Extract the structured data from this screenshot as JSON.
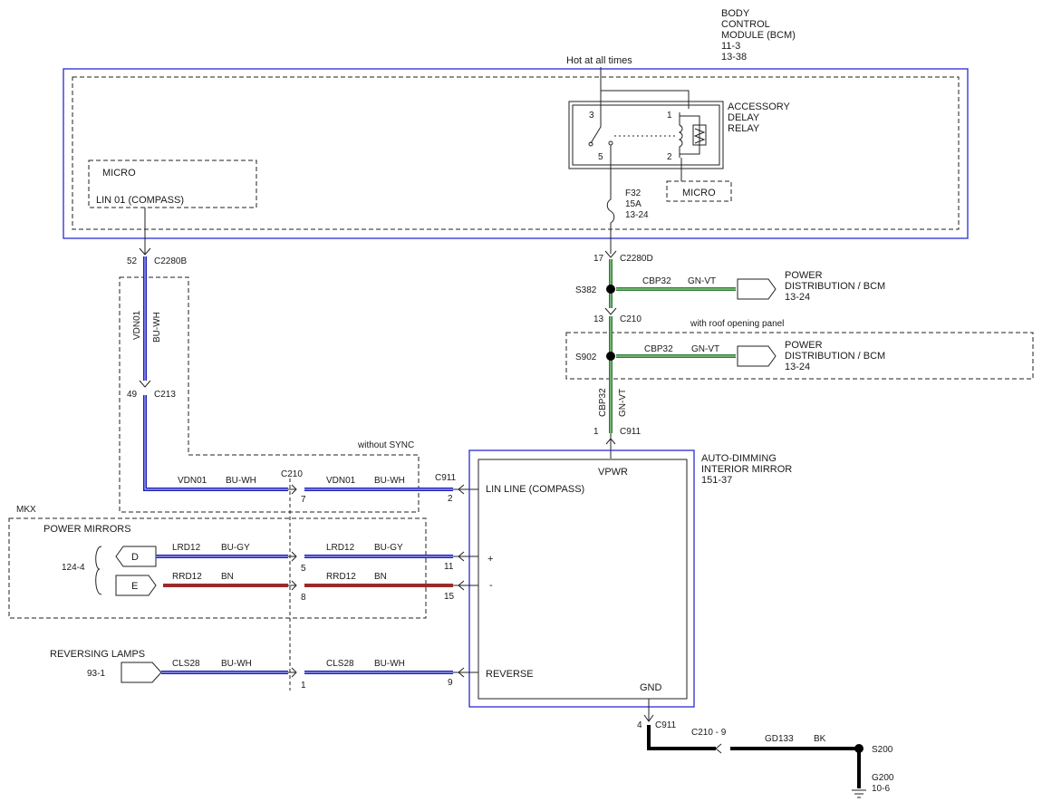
{
  "bcm": {
    "title_lines": [
      "BODY",
      "CONTROL",
      "MODULE (BCM)",
      "11-3",
      "13-38"
    ],
    "hot_label": "Hot at all times",
    "relay_lines": [
      "ACCESSORY",
      "DELAY",
      "RELAY"
    ],
    "relay_pins": [
      "3",
      "1",
      "5",
      "2"
    ],
    "micro_right": "MICRO",
    "micro_left_title": "MICRO",
    "micro_left_pin": "LIN 01 (COMPASS)",
    "fuse_lines": [
      "F32",
      "15A",
      "13-24"
    ]
  },
  "left_branch": {
    "pin52": "52",
    "conn_c2280b": "C2280B",
    "wire_vert": [
      "VDN01",
      "BU-WH"
    ],
    "pin49": "49",
    "conn_c213": "C213",
    "without_sync": "without SYNC",
    "wire_h1": [
      "VDN01",
      "BU-WH"
    ],
    "conn_c210": "C210",
    "pin7": "7",
    "wire_h2": [
      "VDN01",
      "BU-WH"
    ],
    "conn_c911": "C911",
    "pin2": "2"
  },
  "right_branch": {
    "pin17": "17",
    "conn_c2280d": "C2280D",
    "splice_s382": "S382",
    "wire_s382": [
      "CBP32",
      "GN-VT"
    ],
    "power_dist_1": [
      "POWER",
      "DISTRIBUTION / BCM",
      "13-24"
    ],
    "pin13": "13",
    "conn_c210": "C210",
    "roof_label": "with roof opening panel",
    "splice_s902": "S902",
    "wire_s902": [
      "CBP32",
      "GN-VT"
    ],
    "power_dist_2": [
      "POWER",
      "DISTRIBUTION / BCM",
      "13-24"
    ],
    "wire_vert": [
      "CBP32",
      "GN-VT"
    ],
    "pin1": "1",
    "conn_c911": "C911"
  },
  "mirror": {
    "title_lines": [
      "AUTO-DIMMING",
      "INTERIOR MIRROR",
      "151-37"
    ],
    "vpwr": "VPWR",
    "lin_line": "LIN LINE (COMPASS)",
    "plus": "+",
    "minus": "-",
    "reverse": "REVERSE",
    "gnd": "GND"
  },
  "mkx": {
    "label": "MKX",
    "power_mirrors": "POWER MIRRORS",
    "ref": "124-4",
    "conn_d": "D",
    "conn_e": "E",
    "lrd_left": [
      "LRD12",
      "BU-GY"
    ],
    "lrd_right": [
      "LRD12",
      "BU-GY"
    ],
    "rrd_left": [
      "RRD12",
      "BN"
    ],
    "rrd_right": [
      "RRD12",
      "BN"
    ],
    "pin5": "5",
    "pin11": "11",
    "pin8": "8",
    "pin15": "15"
  },
  "reversing": {
    "label": "REVERSING LAMPS",
    "ref": "93-1",
    "wire_left": [
      "CLS28",
      "BU-WH"
    ],
    "wire_right": [
      "CLS28",
      "BU-WH"
    ],
    "pin1": "1",
    "pin9": "9"
  },
  "ground": {
    "pin4": "4",
    "conn_c911": "C911",
    "c210_9": "C210  -  9",
    "wire": [
      "GD133",
      "BK"
    ],
    "splice": "S200",
    "g200_lines": [
      "G200",
      "10-6"
    ]
  },
  "colors": {
    "blue_wire": "#1d1db8",
    "red_wire": "#9b2a2a",
    "green_wire": "#2e7d32",
    "black_wire": "#000000",
    "module_border": "#2b2bd4"
  }
}
